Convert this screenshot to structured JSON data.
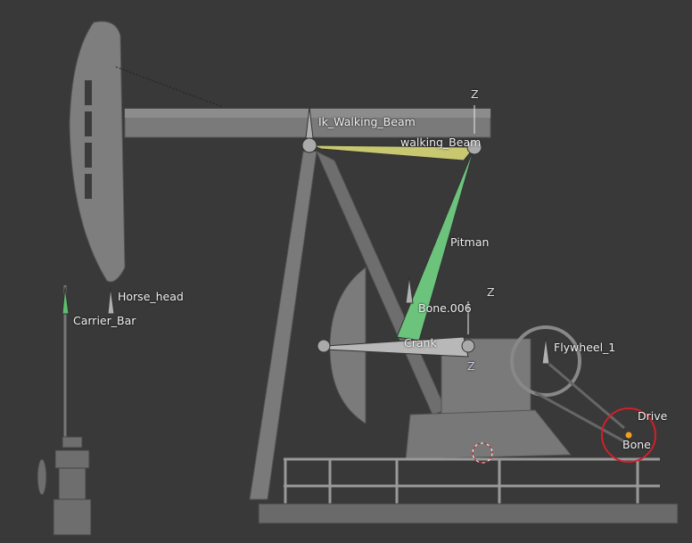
{
  "viewport": {
    "background": "#393939"
  },
  "bones": [
    {
      "name": "Ik_Walking_Beam"
    },
    {
      "name": "walking_Beam",
      "color": "#c8c870"
    },
    {
      "name": "Pitman",
      "color": "#6cc47c"
    },
    {
      "name": "Carrier_Bar",
      "color": "#5cc06c"
    },
    {
      "name": "Horse_head"
    },
    {
      "name": "Bone.006"
    },
    {
      "name": "Crank"
    },
    {
      "name": "Flywheel_1"
    },
    {
      "name": "Drive"
    },
    {
      "name": "Bone"
    }
  ],
  "axis_labels": {
    "z": "Z"
  },
  "colors": {
    "mesh": "#8a8a8a",
    "selected_rotate": "#d0202a",
    "origin": "#f0a020"
  }
}
